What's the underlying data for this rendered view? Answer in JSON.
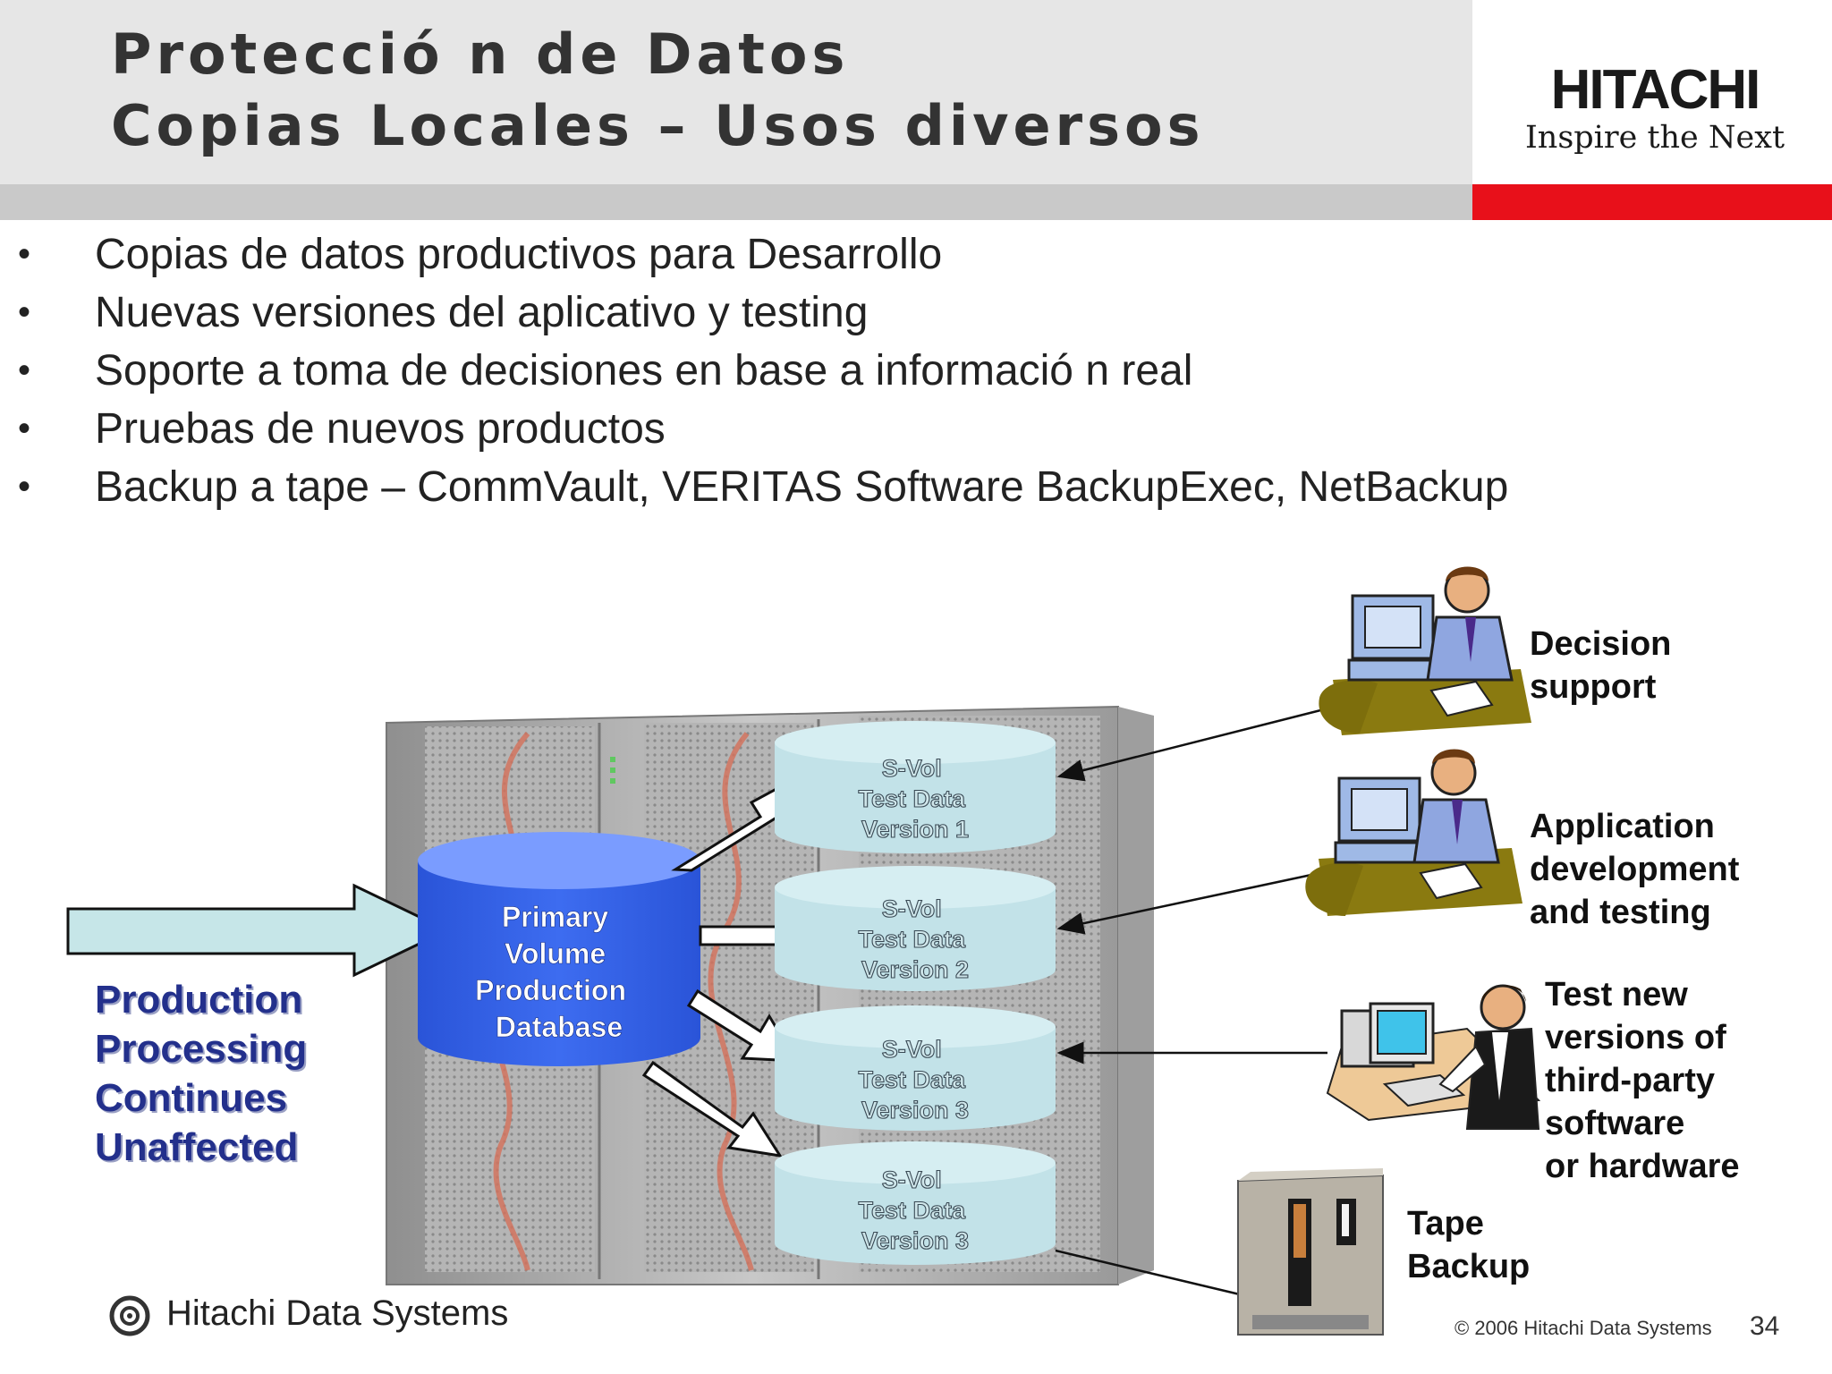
{
  "header": {
    "title_line1": "Protecció n de Datos",
    "title_line2": "Copias Locales – Usos diversos"
  },
  "logo": {
    "brand": "HITACHI",
    "tagline": "Inspire the Next"
  },
  "bullets": [
    "Copias de datos productivos para Desarrollo",
    "Nuevas versiones del aplicativo y testing",
    "Soporte a toma de decisiones en base a informació n real",
    "Pruebas de nuevos productos",
    "Backup a tape – CommVault, VERITAS Software BackupExec, NetBackup"
  ],
  "bullet_symbol": "•",
  "diagram": {
    "primary_volume": [
      "Primary",
      "Volume",
      "Production",
      "Database"
    ],
    "svols": [
      [
        "S-Vol",
        "Test Data",
        "Version 1"
      ],
      [
        "S-Vol",
        "Test Data",
        "Version 2"
      ],
      [
        "S-Vol",
        "Test Data",
        "Version 3"
      ],
      [
        "S-Vol",
        "Test Data",
        "Version 3"
      ]
    ],
    "production_text": [
      "Production",
      "Processing",
      "Continues",
      "Unaffected"
    ],
    "users": {
      "decision": [
        "Decision",
        "support"
      ],
      "appdev": [
        "Application",
        "development",
        "and testing"
      ],
      "testnew": [
        "Test new",
        "versions of",
        "third-party",
        "software",
        "or hardware"
      ],
      "tape": [
        "Tape",
        "Backup"
      ]
    },
    "colors": {
      "primary": "#2f5fe6",
      "svol": "#c2e2e8",
      "red_accent": "#e8101a",
      "production_text": "#23308c"
    }
  },
  "footer": {
    "company": "Hitachi Data Systems",
    "copyright": "© 2006 Hitachi Data Systems",
    "page": "34"
  }
}
